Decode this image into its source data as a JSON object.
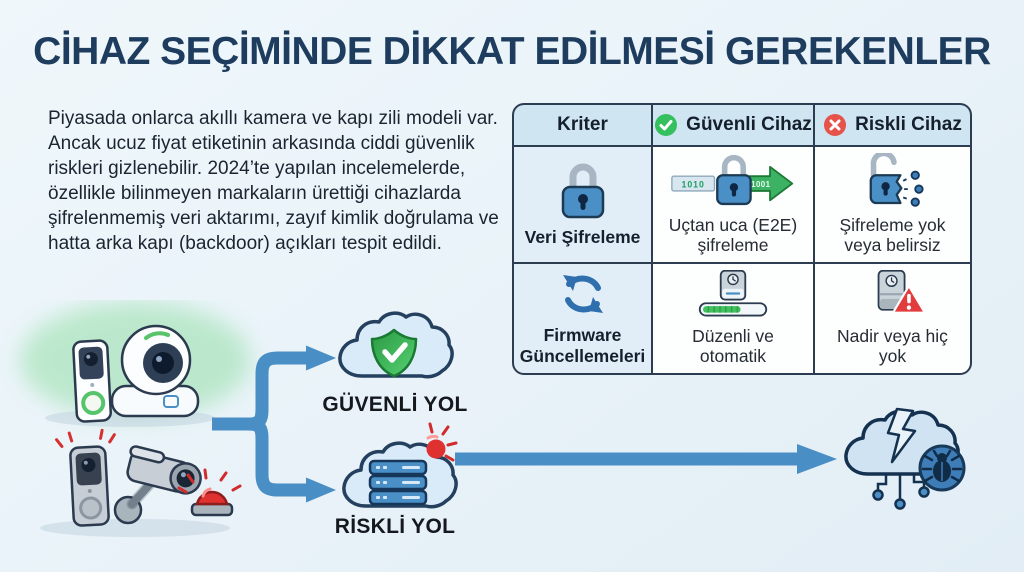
{
  "title": "CİHAZ SEÇİMİNDE DİKKAT EDİLMESİ GEREKENLER",
  "intro": "Piyasada onlarca akıllı kamera ve kapı zili modeli var. Ancak ucuz fiyat etiketinin arkasında ciddi güvenlik riskleri gizlenebilir. 2024’te yapılan incelemelerde, özellikle bilinmeyen markaların ürettiği cihazlarda şifrelenmemiş veri aktarımı, zayıf kimlik doğrulama ve hatta arka kapı (backdoor) açıkları tespit edildi.",
  "table": {
    "headers": {
      "criterion": "Kriter",
      "safe": "Güvenli Cihaz",
      "risky": "Riskli Cihaz"
    },
    "rows": [
      {
        "criterion": "Veri Şifreleme",
        "safe": "Uçtan uca (E2E) şifreleme",
        "risky": "Şifreleme yok veya belirsiz",
        "data_in": "1010",
        "data_out": "1001"
      },
      {
        "criterion": "Firmware Güncellemeleri",
        "safe": "Düzenli ve otomatik",
        "risky": "Nadir veya hiç yok"
      }
    ]
  },
  "flow": {
    "safe_label": "GÜVENLİ YOL",
    "risky_label": "RİSKLİ YOL"
  },
  "icons": {
    "header_safe": "check-circle-icon",
    "header_risky": "x-circle-icon",
    "row1_criterion": "padlock-icon",
    "row1_safe": "lock-data-flow-icon",
    "row1_risky": "open-lock-leak-icon",
    "row2_criterion": "refresh-arrows-icon",
    "row2_safe": "device-progress-icon",
    "row2_risky": "device-warning-icon",
    "safe_cloud": "cloud-shield-check-icon",
    "risky_cloud": "cloud-server-alert-icon",
    "breach_cloud": "broken-cloud-bug-icon"
  },
  "colors": {
    "background": "#e8f2f8",
    "navy_title": "#1d3c5e",
    "table_border": "#2c3d52",
    "arrow_blue": "#4a8ec6",
    "safe_green": "#34c05f",
    "risk_red": "#e5534b",
    "lock_blue": "#4a90c7"
  }
}
